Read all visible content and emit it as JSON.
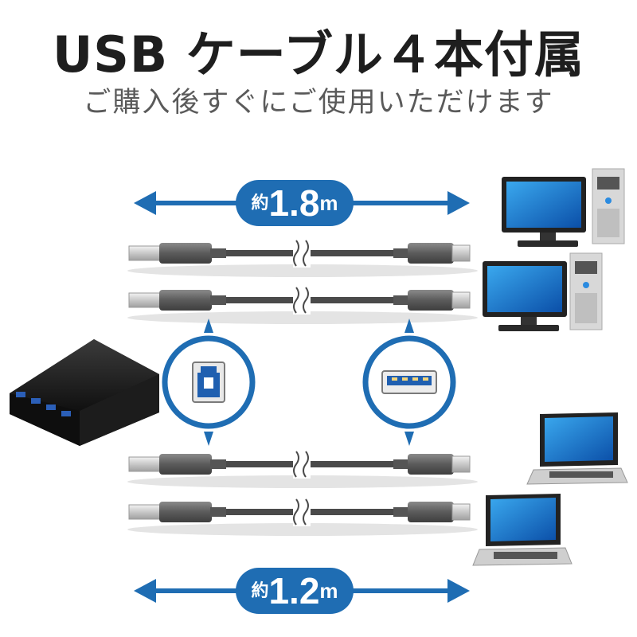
{
  "header": {
    "title": "USB ケーブル４本付属",
    "subtitle": "ご購入後すぐにご使用いただけます"
  },
  "lengths": {
    "top": {
      "prefix": "約",
      "value": "1.8",
      "unit": "m"
    },
    "bottom": {
      "prefix": "約",
      "value": "1.2",
      "unit": "m"
    }
  },
  "colors": {
    "accent": "#1f6db3",
    "cable": "#4a4a4a",
    "text": "#1e1e1e"
  },
  "icons": {
    "connector_b": "usb-type-b-connector-icon",
    "connector_a": "usb-type-a-connector-icon",
    "hub": "usb-hub-device",
    "desktop": "desktop-pc-icon",
    "laptop": "laptop-icon"
  }
}
